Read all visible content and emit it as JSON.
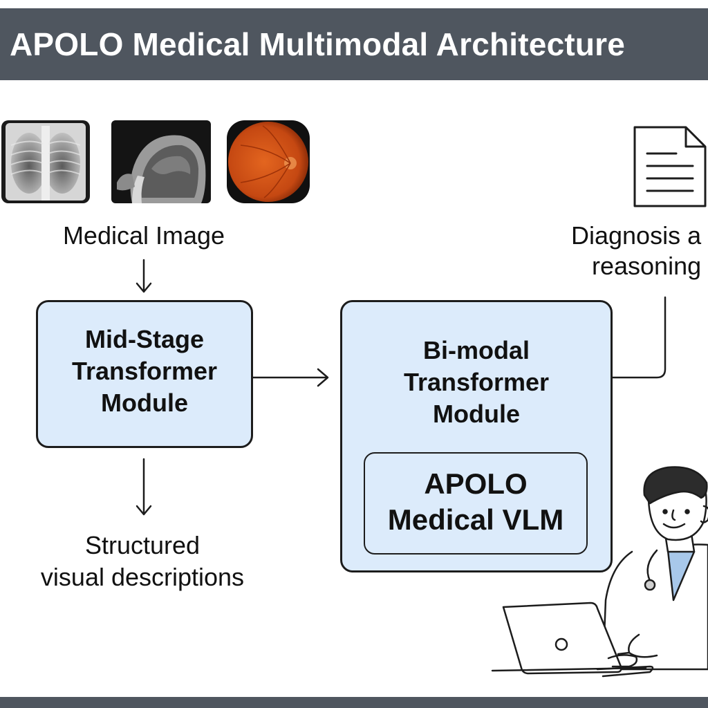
{
  "header": {
    "title": "APOLO Medical Multimodal Architecture"
  },
  "input": {
    "label": "Medical Image",
    "thumbnails": [
      "chest-xray-thumbnail",
      "head-mri-thumbnail",
      "fundus-photo-thumbnail"
    ]
  },
  "mid_stage": {
    "line1": "Mid-Stage",
    "line2": "Transformer",
    "line3": "Module"
  },
  "structured": {
    "line1": "Structured",
    "line2": "visual descriptions"
  },
  "bimodal": {
    "line1": "Bi-modal",
    "line2": "Transformer",
    "line3": "Module",
    "inner_line1": "APOLO",
    "inner_line2": "Medical VLM"
  },
  "output": {
    "line1": "Diagnosis a",
    "line2": "reasoning",
    "icon": "document-icon"
  },
  "colors": {
    "header": "#4f565f",
    "box_fill": "#dcebfb",
    "stroke": "#1c1c1c",
    "fundus": "#d9551c"
  }
}
